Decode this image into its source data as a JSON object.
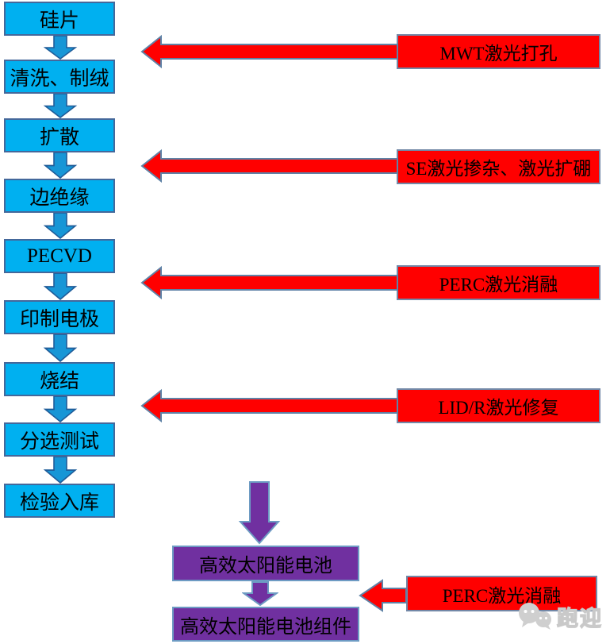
{
  "colors": {
    "process_box_fill": "#00B0F0",
    "process_box_border": "#44689B",
    "flow_arrow_fill": "#1796D6",
    "flow_arrow_stroke": "#1F5C99",
    "laser_box_fill": "#FF0000",
    "laser_box_border": "#7288A7",
    "laser_arrow_fill": "#FF0000",
    "laser_arrow_stroke": "#5F82A6",
    "output_fill": "#7030A0",
    "output_border": "#6D9BC3",
    "text_color": "#000000",
    "watermark_color": "#C9C9C9"
  },
  "process": {
    "steps": [
      "硅片",
      "清洗、制绒",
      "扩散",
      "边绝缘",
      "PECVD",
      "印制电极",
      "烧结",
      "分选测试",
      "检验入库"
    ]
  },
  "lasers": {
    "steps": [
      "MWT激光打孔",
      "SE激光掺杂、激光扩硼",
      "PERC激光消融",
      "LID/R激光修复"
    ],
    "module_laser": "PERC激光消融"
  },
  "output": {
    "cell": "高效太阳能电池",
    "module": "高效太阳能电池组件"
  },
  "watermark": {
    "text": "跑迎"
  }
}
